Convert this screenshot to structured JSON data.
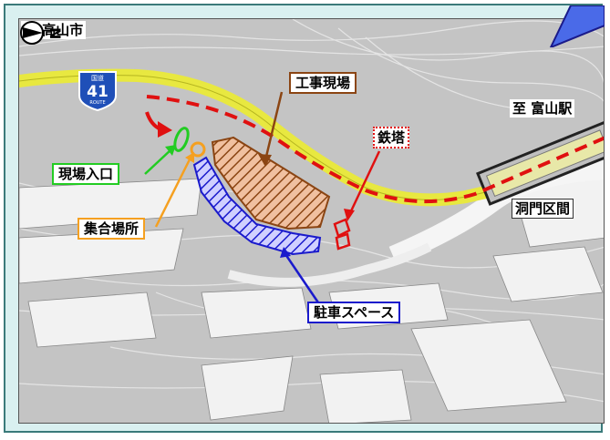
{
  "map": {
    "direction_to_takayama": "至 高山市",
    "direction_to_toyama_station": "至 富山駅",
    "route_shield": {
      "header": "国道",
      "number": "41",
      "footer": "ROUTE"
    },
    "compass_letter": "N"
  },
  "legend_labels": {
    "construction_site": "工事現場",
    "steel_tower": "鉄塔",
    "site_entrance": "現場入口",
    "meeting_point": "集合場所",
    "parking_space": "駐車スペース",
    "tunnel_section": "洞門区間"
  },
  "colors": {
    "construction_site": "#8b4513",
    "steel_tower": "#e01010",
    "site_entrance": "#22cc22",
    "meeting_point": "#f5a020",
    "parking_space": "#1a1acc",
    "route_line": "#e01010",
    "road_highlight": "#e8e840"
  }
}
